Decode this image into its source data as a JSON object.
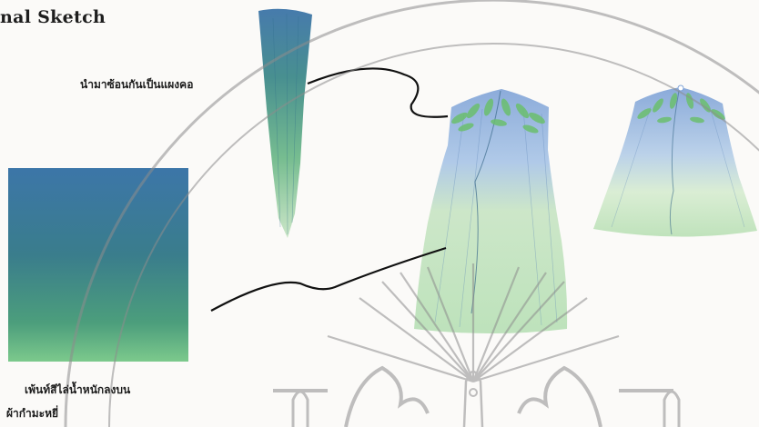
{
  "document": {
    "title": "nal Sketch",
    "labels": {
      "collar_note": "นำมาซ้อนกันเป็นแผงคอ",
      "fabric_note_line1": "เพ้นท์สีไล่น้ำหนักลงบน",
      "fabric_note_line2": "ผ้ากำมะหยี่"
    }
  },
  "colors": {
    "gradient_top": "#3f78ad",
    "gradient_mid": "#3f8c86",
    "gradient_bottom": "#79c98b",
    "leaf_green": "#6bbf6e",
    "cape_blue": "#8fb1de",
    "cape_green": "#bfe2b7",
    "watermark": "#8d8d8d"
  },
  "illustrations": [
    "fabric-swatch",
    "tassel-strip",
    "long-cape-sketch",
    "short-cape-sketch",
    "university-emblem-watermark"
  ]
}
